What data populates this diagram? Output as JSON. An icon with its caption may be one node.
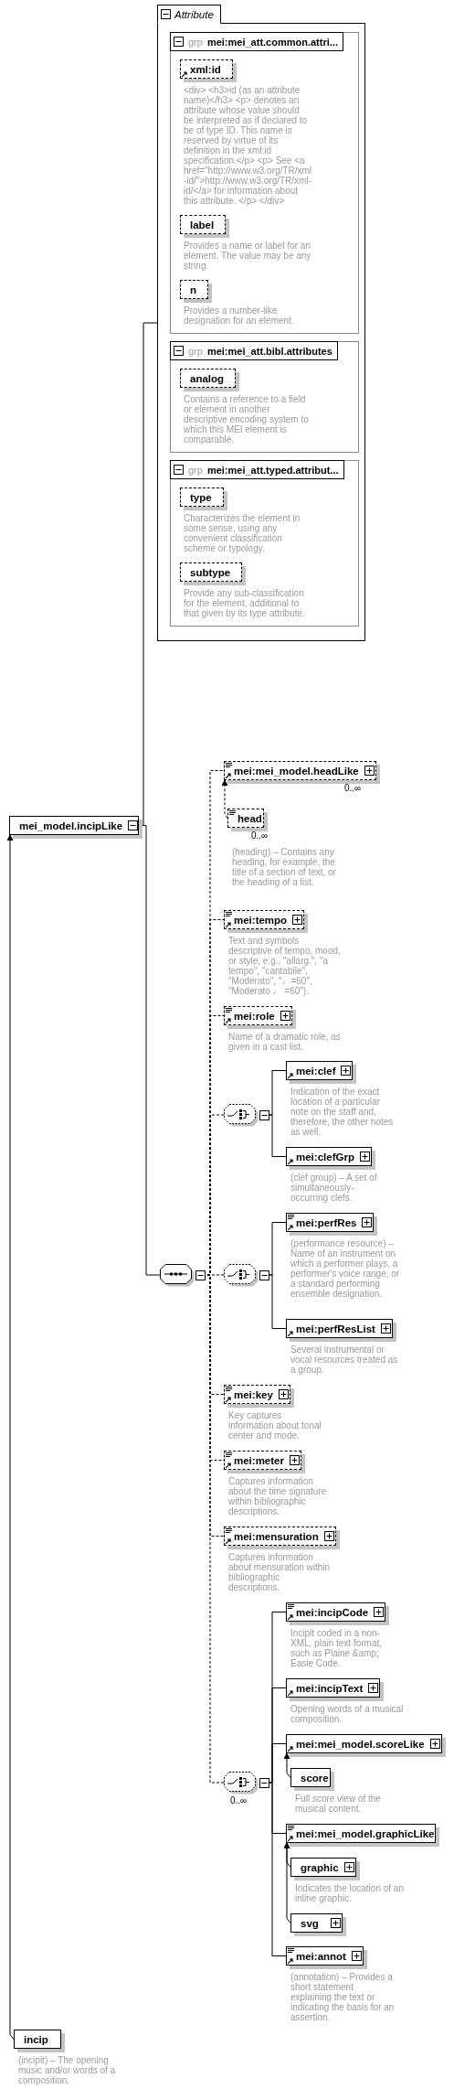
{
  "diagram": {
    "nodes": [
      {
        "text": [
          "Attribute"
        ]
      },
      {
        "text": [
          "grp",
          "mei:mei_att.common.attri..."
        ],
        "in": 0
      },
      {
        "text": [
          "xml:id"
        ],
        "in": 1,
        "beside": [
          "<div> <h3>id (as an attribute name)</h3> <p> denotes an attribute whose value should be interpreted as if declared to be of type ID. This name is reserved by virtue of its definition in the xml:id specification.</p> <p> See <a href=\"http://www.w3.org/TR/xml-id/\">http://www.w3.org/TR/xml-id/</a> for information about this attribute. </p> </div>"
        ]
      },
      {
        "text": [
          "label"
        ],
        "in": 1,
        "beside": [
          "Provides a name or label for an element. The value may be any string."
        ]
      },
      {
        "text": [
          "n"
        ],
        "in": 1,
        "beside": [
          "Provides a number-like designation for an element."
        ]
      },
      {
        "text": [
          "grp",
          "mei:mei_att.bibl.attributes"
        ],
        "in": 0
      },
      {
        "text": [
          "analog"
        ],
        "in": 5,
        "beside": [
          "Contains a reference to a field or element in another descriptive encoding system to which this MEI element is comparable."
        ]
      },
      {
        "text": [
          "grp",
          "mei:mei_att.typed.attribut..."
        ],
        "in": 0
      },
      {
        "text": [
          "type"
        ],
        "in": 7,
        "beside": [
          "Characterizes the element in some sense, using any convenient classification scheme or typology."
        ]
      },
      {
        "text": [
          "subtype"
        ],
        "in": 7,
        "beside": [
          "Provide any sub-classification for the element, additional to that given by its type attribute."
        ]
      },
      {
        "text": [
          "mei_model.incipLike"
        ]
      },
      {
        "text": [],
        "shape": "octagon"
      },
      {
        "text": [
          "mei:mei_model.headLike"
        ],
        "beside": [
          "0..∞"
        ]
      },
      {
        "text": [
          "head"
        ],
        "beside": [
          "0..∞",
          "(heading) – Contains any heading, for example, the title of a section of text, or the heading of a list."
        ]
      },
      {
        "text": [
          "mei:tempo"
        ],
        "beside": [
          "Text and symbols descriptive of tempo, mood, or style, e.g., \"allarg.\", \"a tempo\", \"cantabile\", \"Moderato\", \"♩=60\", \"Moderato ♩ =60\")."
        ]
      },
      {
        "text": [
          "mei:role"
        ],
        "beside": [
          "Name of a dramatic role, as given in a cast list."
        ]
      },
      {
        "text": [],
        "shape": "octagon"
      },
      {
        "text": [
          "mei:clef"
        ],
        "beside": [
          "Indication of the exact location of a particular note on the staff and, therefore, the other notes as well."
        ]
      },
      {
        "text": [
          "mei:clefGrp"
        ],
        "beside": [
          "(clef group) – A set of simultaneously-occurring clefs."
        ]
      },
      {
        "text": [],
        "shape": "octagon"
      },
      {
        "text": [
          "mei:perfRes"
        ],
        "beside": [
          "(performance resource) – Name of an instrument on which a performer plays, a performer's voice range, or a standard performing ensemble designation."
        ]
      },
      {
        "text": [
          "mei:perfResList"
        ],
        "beside": [
          "Several instrumental or vocal resources treated as a group."
        ]
      },
      {
        "text": [
          "mei:key"
        ],
        "beside": [
          "Key captures information about tonal center and mode."
        ]
      },
      {
        "text": [
          "mei:meter"
        ],
        "beside": [
          "Captures information about the time signature within bibliographic descriptions."
        ]
      },
      {
        "text": [
          "mei:mensuration"
        ],
        "beside": [
          "Captures information about mensuration within bibliographic descriptions."
        ]
      },
      {
        "text": [],
        "shape": "octagon",
        "beside": [
          "0..∞"
        ]
      },
      {
        "text": [
          "mei:incipCode"
        ],
        "beside": [
          "Incipit coded in a non-XML, plain text format, such as Plaine &amp; Easie Code."
        ]
      },
      {
        "text": [
          "mei:incipText"
        ],
        "beside": [
          "Opening words of a musical composition."
        ]
      },
      {
        "text": [
          "mei:mei_model.scoreLike"
        ]
      },
      {
        "text": [
          "score"
        ],
        "beside": [
          "Full score view of the musical content."
        ]
      },
      {
        "text": [
          "mei:mei_model.graphicLike"
        ]
      },
      {
        "text": [
          "graphic"
        ],
        "beside": [
          "Indicates the location of an inline graphic."
        ]
      },
      {
        "text": [
          "svg"
        ]
      },
      {
        "text": [
          "mei:annot"
        ],
        "beside": [
          "(annotation) – Provides a short statement explaining the text or indicating the basis for an assertion."
        ]
      },
      {
        "text": [
          "incip"
        ],
        "beside": [
          "(incipit) – The opening music and/or words of a composition."
        ]
      }
    ],
    "edges": [
      {
        "from": 10,
        "to": 0,
        "arrow": "none"
      },
      {
        "from": 10,
        "to": 11,
        "arrow": "none"
      },
      {
        "from": 11,
        "to": 12,
        "arrow": "none",
        "style": "dashed"
      },
      {
        "from": 11,
        "to": 14,
        "arrow": "none",
        "style": "dashed"
      },
      {
        "from": 11,
        "to": 15,
        "arrow": "none",
        "style": "dashed"
      },
      {
        "from": 11,
        "to": 16,
        "arrow": "none",
        "style": "dashed"
      },
      {
        "from": 11,
        "to": 19,
        "arrow": "none",
        "style": "dashed"
      },
      {
        "from": 11,
        "to": 22,
        "arrow": "none",
        "style": "dashed"
      },
      {
        "from": 11,
        "to": 23,
        "arrow": "none",
        "style": "dashed"
      },
      {
        "from": 11,
        "to": 24,
        "arrow": "none",
        "style": "dashed"
      },
      {
        "from": 11,
        "to": 25,
        "arrow": "none",
        "style": "dashed"
      },
      {
        "from": 13,
        "to": 12,
        "arrow": "to",
        "style": "dashed"
      },
      {
        "from": 16,
        "to": 17,
        "arrow": "none"
      },
      {
        "from": 16,
        "to": 18,
        "arrow": "none"
      },
      {
        "from": 19,
        "to": 20,
        "arrow": "none"
      },
      {
        "from": 19,
        "to": 21,
        "arrow": "none"
      },
      {
        "from": 25,
        "to": 26,
        "arrow": "none"
      },
      {
        "from": 25,
        "to": 27,
        "arrow": "none"
      },
      {
        "from": 25,
        "to": 28,
        "arrow": "none"
      },
      {
        "from": 25,
        "to": 30,
        "arrow": "none"
      },
      {
        "from": 25,
        "to": 33,
        "arrow": "none"
      },
      {
        "from": 29,
        "to": 28,
        "arrow": "to"
      },
      {
        "from": 31,
        "to": 30,
        "arrow": "to"
      },
      {
        "from": 32,
        "to": 30,
        "arrow": "to"
      },
      {
        "from": 34,
        "to": 10,
        "arrow": "to"
      }
    ]
  }
}
